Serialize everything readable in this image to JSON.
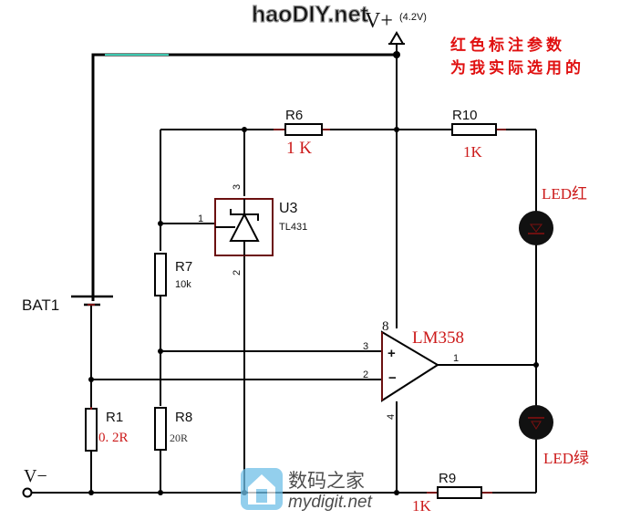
{
  "watermarks": {
    "top": "haoDIY.net",
    "bottom_cn": "数码之家",
    "bottom_en": "mydigit.net"
  },
  "supply": {
    "vplus_label": "V+",
    "vplus_value": "(4.2V)",
    "vminus_label": "V−"
  },
  "note": {
    "line1": "红色标注参数",
    "line2": "为我实际选用的",
    "color": "#e01010"
  },
  "components": {
    "battery": {
      "ref": "BAT1"
    },
    "r1": {
      "ref": "R1",
      "value": "0. 2R"
    },
    "r6": {
      "ref": "R6",
      "value": "1 K"
    },
    "r7": {
      "ref": "R7",
      "value": "10k"
    },
    "r8": {
      "ref": "R8",
      "value": "20R"
    },
    "r9": {
      "ref": "R9",
      "value": "1K"
    },
    "r10": {
      "ref": "R10",
      "value": "1K"
    },
    "u3": {
      "ref": "U3",
      "part": "TL431",
      "pins": [
        "1",
        "2",
        "3"
      ]
    },
    "opamp": {
      "part": "LM358",
      "pins": {
        "vcc": "8",
        "gnd": "4",
        "plus": "3",
        "minus": "2",
        "out": "1"
      },
      "plus_sign": "+",
      "minus_sign": "−"
    },
    "led_red": {
      "label": "LED红"
    },
    "led_green": {
      "label": "LED绿"
    }
  },
  "colors": {
    "wire": "#000000",
    "annotation_red": "#cc1a1a",
    "watermark_blue": "#5ab4e0"
  }
}
